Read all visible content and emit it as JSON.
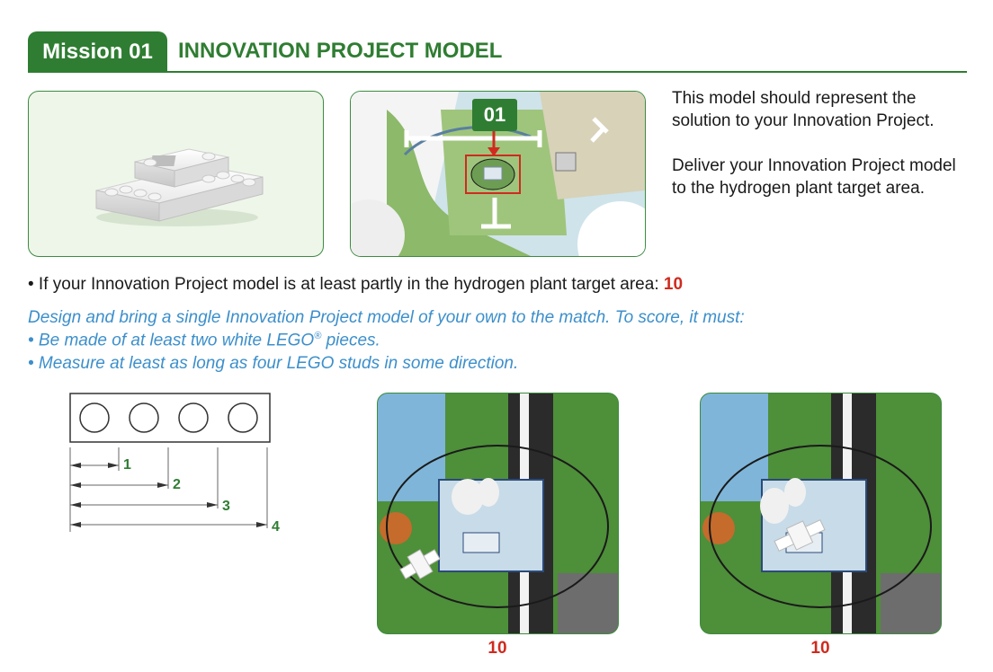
{
  "header": {
    "mission_label": "Mission 01",
    "title": "INNOVATION PROJECT MODEL"
  },
  "map": {
    "marker_label": "01"
  },
  "description": {
    "paragraph_1": "This model should represent the solution to your Innovation Project.",
    "paragraph_2": "Deliver your Innovation Project model to the hydrogen plant target area."
  },
  "scoring": {
    "bullet_text": "• If your Innovation Project model is at least partly in the hydrogen plant target area:",
    "points": "10"
  },
  "requirements": {
    "intro": "Design and bring a single Innovation Project model of your own to the match. To score, it must:",
    "item_1_text": "• Be made of at least two white LEGO",
    "item_1_mark": "®",
    "item_1_suffix": " pieces.",
    "item_2": "• Measure at least as long as four LEGO studs in some direction."
  },
  "stud_diagram": {
    "labels": [
      "1",
      "2",
      "3",
      "4"
    ]
  },
  "examples": [
    {
      "score": "10"
    },
    {
      "score": "10"
    }
  ],
  "colors": {
    "mission_green": "#2f7d32",
    "score_red": "#d02a1e",
    "requirement_blue": "#3c8fcb"
  }
}
